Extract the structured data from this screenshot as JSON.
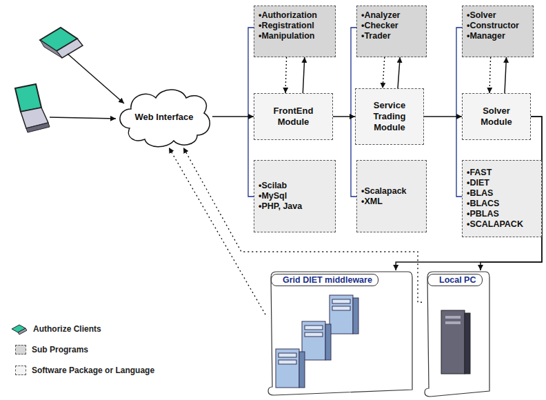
{
  "diagram": {
    "nodes": [
      {
        "text": [
          "Web Interface"
        ]
      },
      {
        "text": [
          "•Authorization",
          "•Registrationl",
          "•Manipulation"
        ]
      },
      {
        "text": [
          "FrontEnd Module"
        ]
      },
      {
        "text": [
          "•Scilab",
          "•MySql",
          "•PHP, Java"
        ]
      },
      {
        "text": [
          "•Analyzer",
          "•Checker",
          "•Trader"
        ]
      },
      {
        "text": [
          "Service Trading Module"
        ]
      },
      {
        "text": [
          "•Scalapack",
          "•XML"
        ]
      },
      {
        "text": [
          "•Solver",
          "•Constructor",
          "•Manager"
        ]
      },
      {
        "text": [
          "Solver Module"
        ]
      },
      {
        "text": [
          "•FAST",
          "•DIET",
          "•BLAS",
          "•BLACS",
          "•PBLAS",
          "•SCALAPACK"
        ]
      },
      {
        "text": [
          "Grid DIET middleware"
        ]
      },
      {
        "text": [
          "Local PC"
        ]
      }
    ],
    "edges": [
      {
        "from": 0,
        "to": 2,
        "arrow": "to"
      },
      {
        "from": 2,
        "to": 5,
        "arrow": "to"
      },
      {
        "from": 5,
        "to": 8,
        "arrow": "to"
      },
      {
        "from": 1,
        "to": 2,
        "arrow": "to"
      },
      {
        "from": 2,
        "to": 1,
        "arrow": "to"
      },
      {
        "from": 4,
        "to": 5,
        "arrow": "to"
      },
      {
        "from": 5,
        "to": 4,
        "arrow": "to"
      },
      {
        "from": 7,
        "to": 8,
        "arrow": "to"
      },
      {
        "from": 8,
        "to": 7,
        "arrow": "to"
      },
      {
        "from": 8,
        "to": 10,
        "arrow": "to"
      },
      {
        "from": 8,
        "to": 11,
        "arrow": "to"
      },
      {
        "from": 10,
        "to": 0,
        "arrow": "to"
      },
      {
        "from": 11,
        "to": 0,
        "arrow": "to"
      }
    ],
    "legend": [
      {
        "text": "Authorize Clients"
      },
      {
        "text": "Sub Programs",
        "color": "#d6d6d6"
      },
      {
        "text": "Software Package or Language",
        "color": "#f4f4f4"
      }
    ]
  }
}
